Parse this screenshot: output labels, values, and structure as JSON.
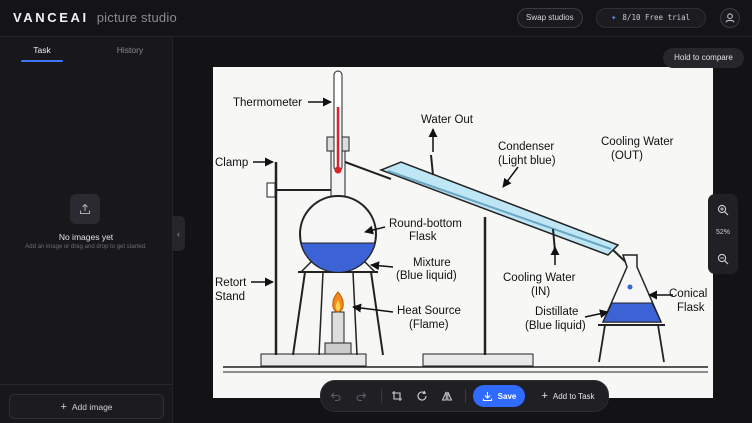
{
  "header": {
    "brand": "VANCEAI",
    "product": "picture studio",
    "swap_label": "Swap studios",
    "trial_label": "8/10 Free trial"
  },
  "sidebar": {
    "tabs": [
      {
        "label": "Task",
        "active": true
      },
      {
        "label": "History",
        "active": false
      }
    ],
    "empty_title": "No images yet",
    "empty_desc": "Add an image or drag and drop to get started.",
    "add_image_label": "Add image"
  },
  "canvas": {
    "compare_label": "Hold to compare",
    "zoom_level": "52%",
    "diagram": {
      "labels": {
        "thermometer": "Thermometer",
        "water_out": "Water Out",
        "condenser_1": "Condenser",
        "condenser_2": "(Light blue)",
        "cooling_out_1": "Cooling Water",
        "cooling_out_2": "(OUT)",
        "clamp": "Clamp",
        "rbf_1": "Round-bottom",
        "rbf_2": "Flask",
        "mixture_1": "Mixture",
        "mixture_2": "(Blue liquid)",
        "retort_1": "Retort",
        "retort_2": "Stand",
        "heat_1": "Heat Source",
        "heat_2": "(Flame)",
        "cooling_in_1": "Cooling Water",
        "cooling_in_2": "(IN)",
        "distillate_1": "Distillate",
        "distillate_2": "(Blue liquid)",
        "conical_1": "Conical",
        "conical_2": "Flask"
      }
    }
  },
  "toolbar": {
    "save_label": "Save",
    "add_task_label": "Add to Task"
  },
  "colors": {
    "accent": "#2f6bff",
    "liquid": "#3b63d6",
    "condenser": "#bfe6f5"
  }
}
